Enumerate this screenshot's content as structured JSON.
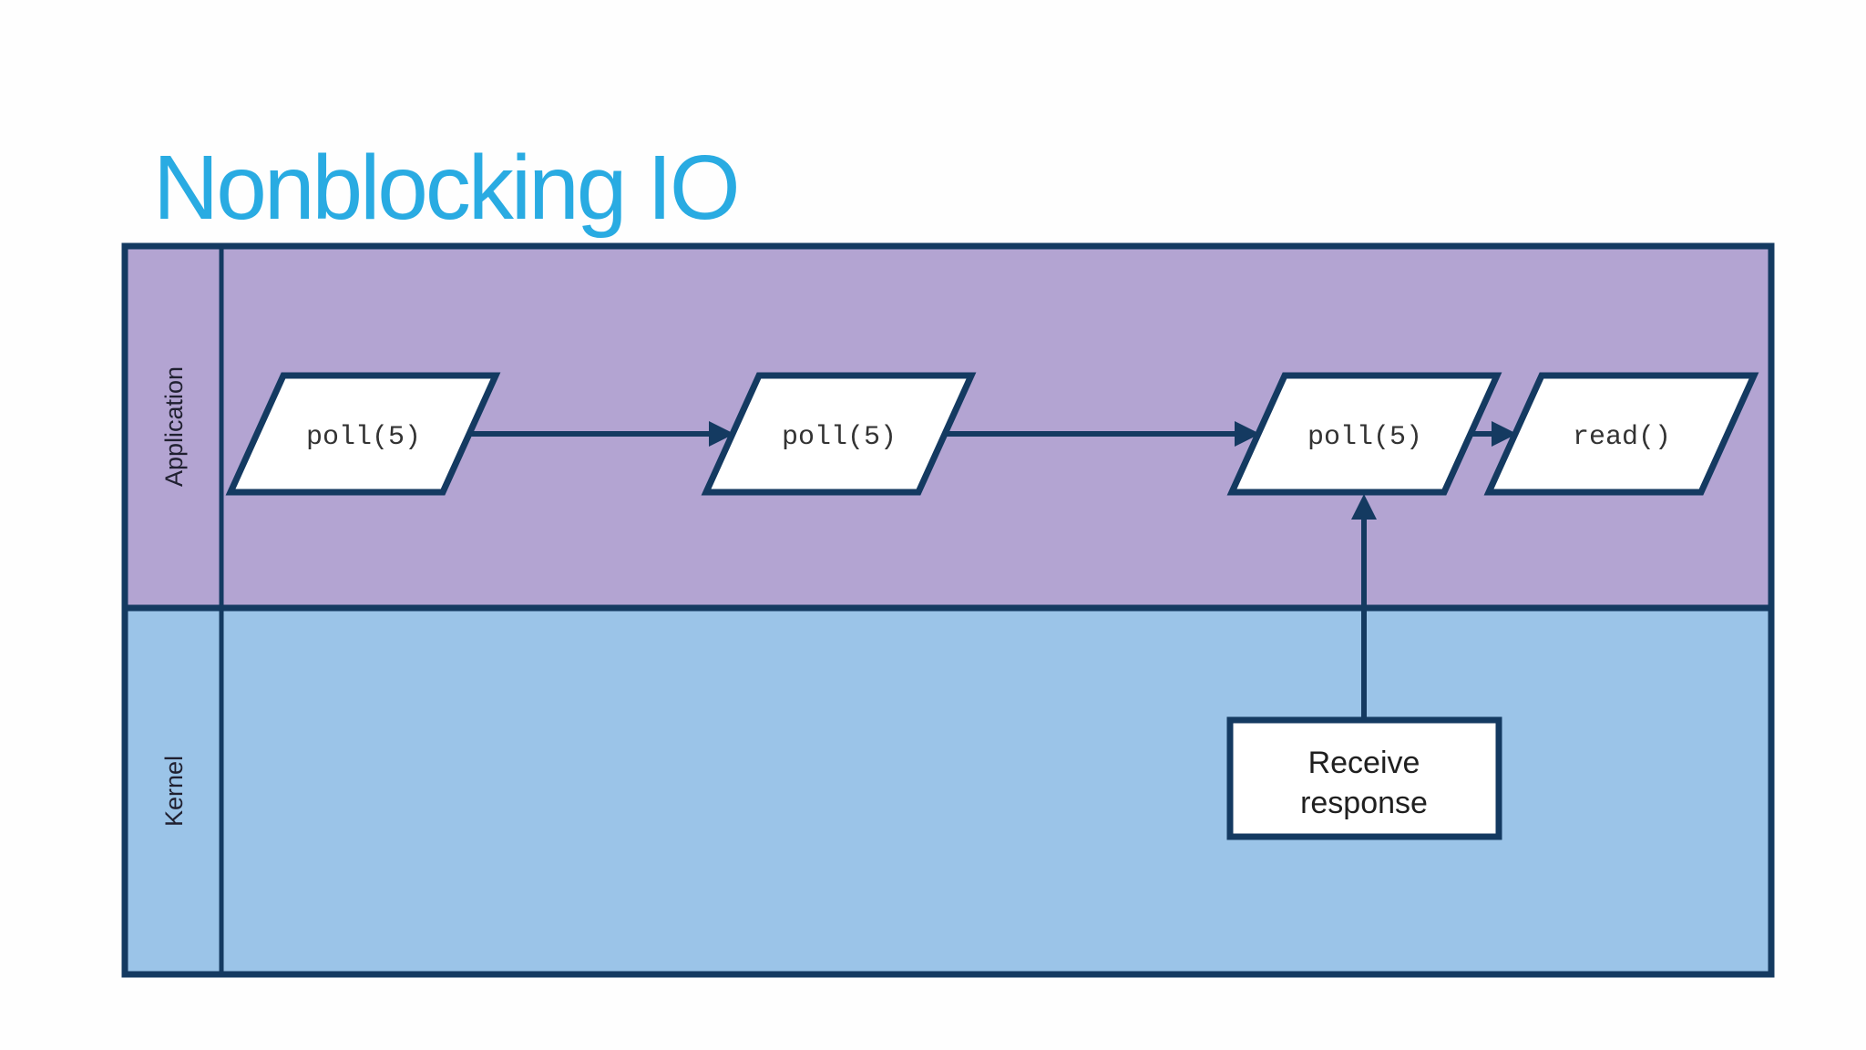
{
  "slide": {
    "title": "Nonblocking IO",
    "title_color": "#29abe2"
  },
  "diagram": {
    "lanes": [
      {
        "label": "Application",
        "fill": "#b3a4d2"
      },
      {
        "label": "Kernel",
        "fill": "#9bc4e8"
      }
    ],
    "nodes": [
      {
        "id": "poll-1",
        "label": "poll(5)",
        "shape": "parallelogram",
        "lane": "Application"
      },
      {
        "id": "poll-2",
        "label": "poll(5)",
        "shape": "parallelogram",
        "lane": "Application"
      },
      {
        "id": "poll-3",
        "label": "poll(5)",
        "shape": "parallelogram",
        "lane": "Application"
      },
      {
        "id": "read",
        "label": "read()",
        "shape": "parallelogram",
        "lane": "Application"
      },
      {
        "id": "receive-response",
        "label": "Receive response",
        "lines": [
          "Receive",
          "response"
        ],
        "shape": "rectangle",
        "lane": "Kernel"
      }
    ],
    "edges": [
      {
        "from": "poll-1",
        "to": "poll-2"
      },
      {
        "from": "poll-2",
        "to": "poll-3"
      },
      {
        "from": "poll-3",
        "to": "read"
      },
      {
        "from": "receive-response",
        "to": "poll-3"
      }
    ],
    "colors": {
      "border": "#143a61",
      "arrow": "#143a61",
      "node_fill": "#ffffff"
    }
  }
}
